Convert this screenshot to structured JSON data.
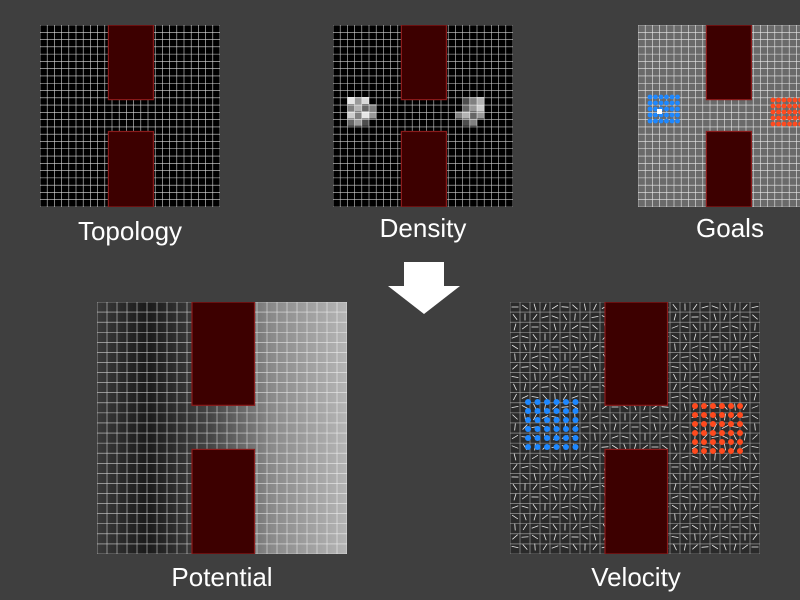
{
  "colors": {
    "background": "#3f3f3f",
    "grid_line": "#ffffff",
    "obstacle_fill": "#3d0000",
    "obstacle_border": "#8a1a1a",
    "goal_group_a": "#1e88ff",
    "goal_group_b": "#ff4a1e",
    "arrow": "#ffffff"
  },
  "panels": {
    "topology": {
      "label": "Topology"
    },
    "density": {
      "label": "Density"
    },
    "goals": {
      "label": "Goals"
    },
    "potential": {
      "label": "Potential"
    },
    "velocity": {
      "label": "Velocity"
    }
  },
  "flow_arrow_icon": "down-arrow-icon"
}
